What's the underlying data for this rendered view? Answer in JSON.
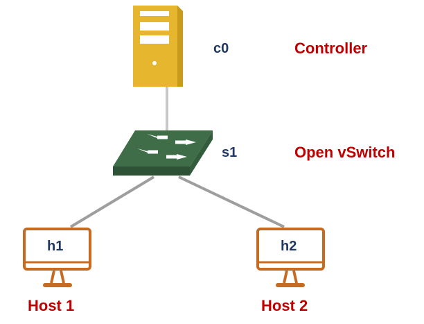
{
  "controller": {
    "id": "c0",
    "role": "Controller",
    "icon": "server-tower-icon",
    "color": "#e6b62f"
  },
  "switch": {
    "id": "s1",
    "role": "Open vSwitch",
    "icon": "network-switch-icon",
    "color": "#3f6d48"
  },
  "hosts": [
    {
      "id": "h1",
      "label": "Host 1",
      "icon": "monitor-icon"
    },
    {
      "id": "h2",
      "label": "Host 2",
      "icon": "monitor-icon"
    }
  ],
  "colors": {
    "host": "#c76b21",
    "link": "#b8b8b8",
    "text_id": "#1f3864",
    "text_role": "#c00000"
  }
}
